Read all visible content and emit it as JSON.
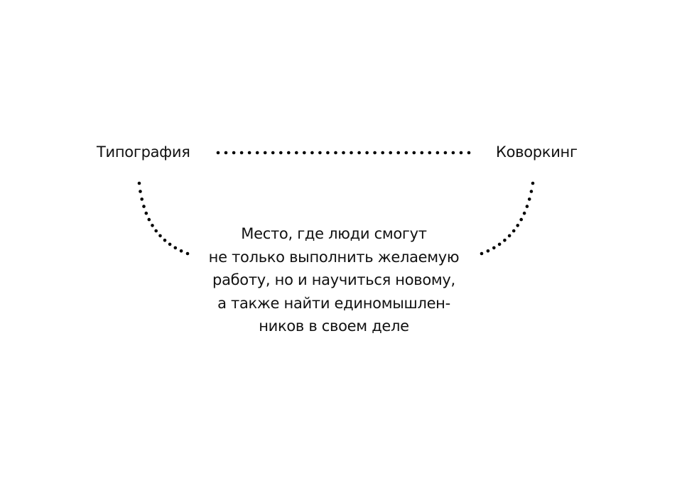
{
  "nodes": {
    "left": "Типография",
    "right": "Коворкинг"
  },
  "description": {
    "lines": [
      "Место, где люди смогут",
      "не только выполнить желаемую",
      "работу, но и научиться новому,",
      "а также найти единомышлен-",
      "ников в своем деле"
    ]
  },
  "colors": {
    "text": "#111111",
    "dots": "#000000",
    "background": "#ffffff"
  }
}
